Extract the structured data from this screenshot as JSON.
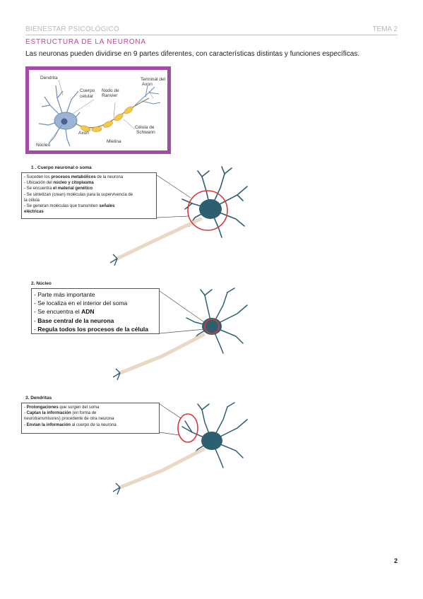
{
  "header": {
    "left": "BIENESTAR PSICOLÓGICO",
    "right": "TEMA 2"
  },
  "section_title": "ESTRUCTURA DE LA NEURONA",
  "intro": "Las neuronas pueden dividirse en 9 partes diferentes, con características distintas y funciones específicas.",
  "figure1": {
    "labels": {
      "dendrita": "Dendrita",
      "cuerpo1": "Cuerpo",
      "cuerpo2": "celular",
      "nodo1": "Nodo de",
      "nodo2": "Ranvier",
      "terminal1": "Terminal del",
      "terminal2": "Axon",
      "axon": "Axon",
      "celula1": "Célula de",
      "celula2": "Schwann",
      "mielina": "Mielina",
      "nucleo": "Núcleo"
    }
  },
  "sections": [
    {
      "title": "1 . Cuerpo neuronal o soma",
      "lines": [
        [
          "- Suceden los ",
          "procesos metabólicos",
          " de la neurona"
        ],
        [
          "- Ubicación del ",
          "núcleo y citoplasma",
          ""
        ],
        [
          "- Se encuentra ",
          "el material genético",
          ""
        ],
        [
          "- Se sintetizan (crean) moléculas para la supervivencia de",
          "",
          ""
        ],
        [
          "la célula",
          "",
          ""
        ],
        [
          "- Se generan moléculas que transmiten ",
          "señales",
          ""
        ],
        [
          "",
          "eléctricas",
          ""
        ]
      ]
    },
    {
      "title": "2. Núcleo",
      "lines": [
        [
          "- Parte más importante",
          "",
          ""
        ],
        [
          "- Se localiza en el interior del soma",
          "",
          ""
        ],
        [
          "- Se encuentra el ",
          "ADN",
          ""
        ],
        [
          "- ",
          "Base central de la neurona",
          ""
        ],
        [
          "- ",
          "Regula todos los procesos de la célula",
          ""
        ]
      ]
    },
    {
      "title": "3. Dendritas",
      "lines": [
        [
          "- ",
          "Prolongaciones",
          " que surgen del soma"
        ],
        [
          "- ",
          "Captan la información",
          " (en forma de"
        ],
        [
          "neurotransmisores) procedente de otra neurona",
          "",
          ""
        ],
        [
          "- ",
          "Envían la información",
          " al cuerpo de la neurona"
        ]
      ]
    }
  ],
  "page_number": "2",
  "colors": {
    "accent": "#c23fa0",
    "frame": "#a74aa6",
    "neuron": "#2d5f70",
    "axon": "#e8d8c4",
    "highlight": "#d83a3a"
  }
}
